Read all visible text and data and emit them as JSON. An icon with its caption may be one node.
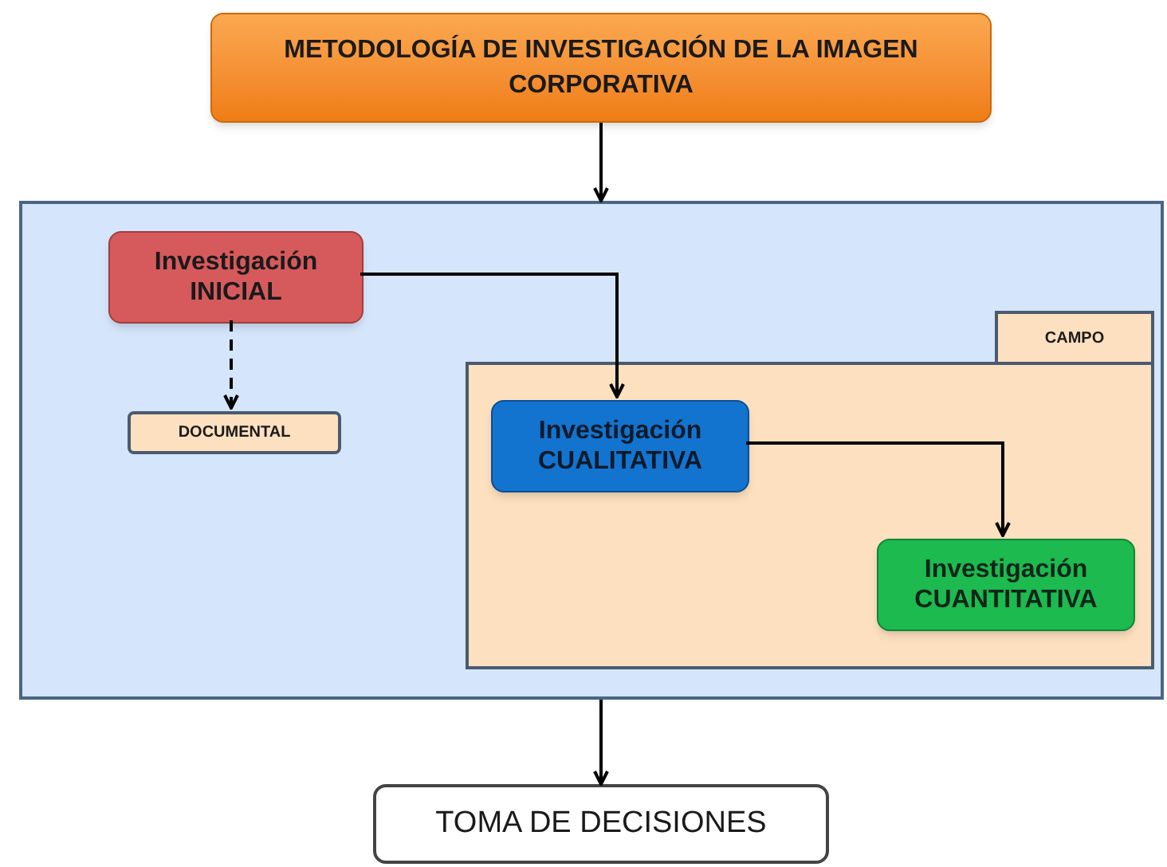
{
  "diagram": {
    "nodes": [
      {
        "text": [
          "METODOLOGÍA DE INVESTIGACIÓN DE LA IMAGEN CORPORATIVA"
        ]
      },
      {
        "text": [],
        "shape": "box"
      },
      {
        "text": [
          "Investigación INICIAL"
        ],
        "in": 1
      },
      {
        "text": [
          "DOCUMENTAL"
        ],
        "in": 1
      },
      {
        "text": [
          "CAMPO"
        ],
        "in": 1
      },
      {
        "text": [
          "Investigación CUALITATIVA"
        ],
        "in": 4
      },
      {
        "text": [
          "Investigación CUANTITATIVA"
        ],
        "in": 4
      },
      {
        "text": [
          "TOMA DE DECISIONES"
        ]
      }
    ],
    "edges": [
      {
        "from": 0,
        "to": 1,
        "arrow": "to"
      },
      {
        "from": 2,
        "to": 5,
        "arrow": "to"
      },
      {
        "from": 2,
        "to": 3,
        "arrow": "to",
        "style": "dashed"
      },
      {
        "from": 5,
        "to": 6,
        "arrow": "to"
      },
      {
        "from": 1,
        "to": 7,
        "arrow": "to"
      }
    ]
  }
}
